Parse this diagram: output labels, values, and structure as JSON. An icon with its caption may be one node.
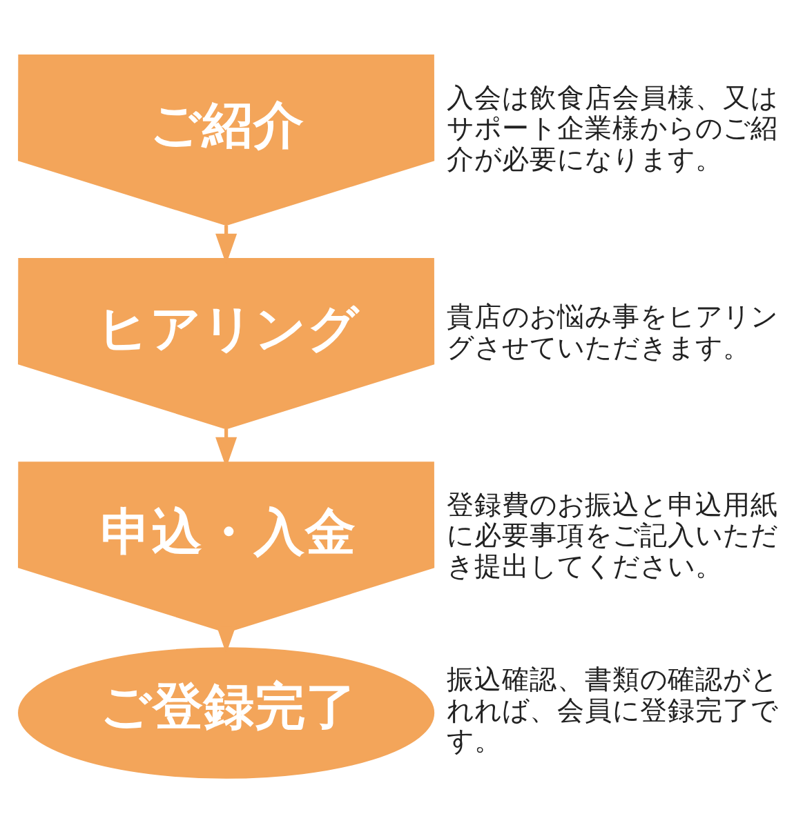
{
  "diagram": {
    "nodes": [
      {
        "text": [
          "ご紹介"
        ],
        "beside": [
          "入会は飲食店会員様、又はサポート企業様からのご紹介が必要になります。"
        ]
      },
      {
        "text": [
          "ヒアリング"
        ],
        "beside": [
          "貴店のお悩み事をヒアリングさせていただきます。"
        ]
      },
      {
        "text": [
          "申込・入金"
        ],
        "beside": [
          "登録費のお振込と申込用紙に必要事項をご記入いただき提出してください。"
        ]
      },
      {
        "text": [
          "ご登録完了"
        ],
        "beside": [
          "振込確認、書類の確認がとれれば、会員に登録完了です。"
        ]
      }
    ],
    "edges": [
      {
        "from": 0,
        "to": 1,
        "arrow": "to"
      },
      {
        "from": 1,
        "to": 2,
        "arrow": "to"
      },
      {
        "from": 2,
        "to": 3,
        "arrow": "to"
      }
    ]
  }
}
